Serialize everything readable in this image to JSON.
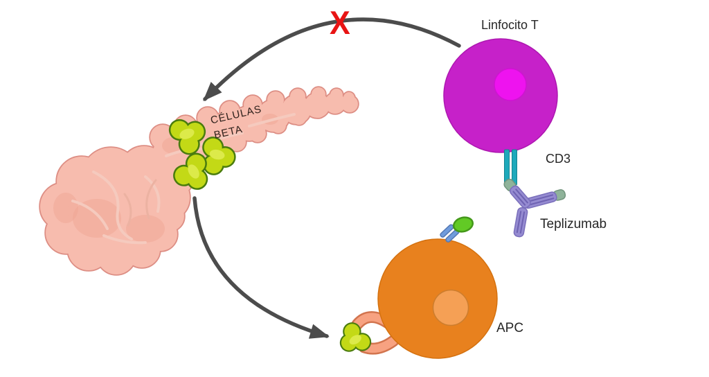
{
  "diagram": {
    "labels": {
      "t_cell": "Linfocito T",
      "cd3": "CD3",
      "antibody": "Teplizumab",
      "apc": "APC",
      "beta_cells_line1": "CÉLULAS",
      "beta_cells_line2": "BETA",
      "blocked_marker": "X"
    },
    "colors": {
      "t_cell_body": "#c621c9",
      "t_cell_nucleus": "#ee13ef",
      "apc_body": "#e8811e",
      "apc_nucleus": "#f5a055",
      "pancreas_fill": "#f7bcae",
      "pancreas_outline": "#dd8e84",
      "beta_cell_fill": "#c3d916",
      "beta_cell_outline": "#4a7c0e",
      "cd3_receptor_teal": "#1ea9bb",
      "antibody_purple": "#958bd1",
      "antibody_tip_green": "#8fb39a",
      "apc_receptor_blue": "#6f9bdc",
      "antigen_green": "#62ca25",
      "claw_salmon": "#f7a281",
      "arrow_gray": "#4c4c4c",
      "blocked_x_red": "#e81414",
      "background": "#ffffff"
    }
  }
}
